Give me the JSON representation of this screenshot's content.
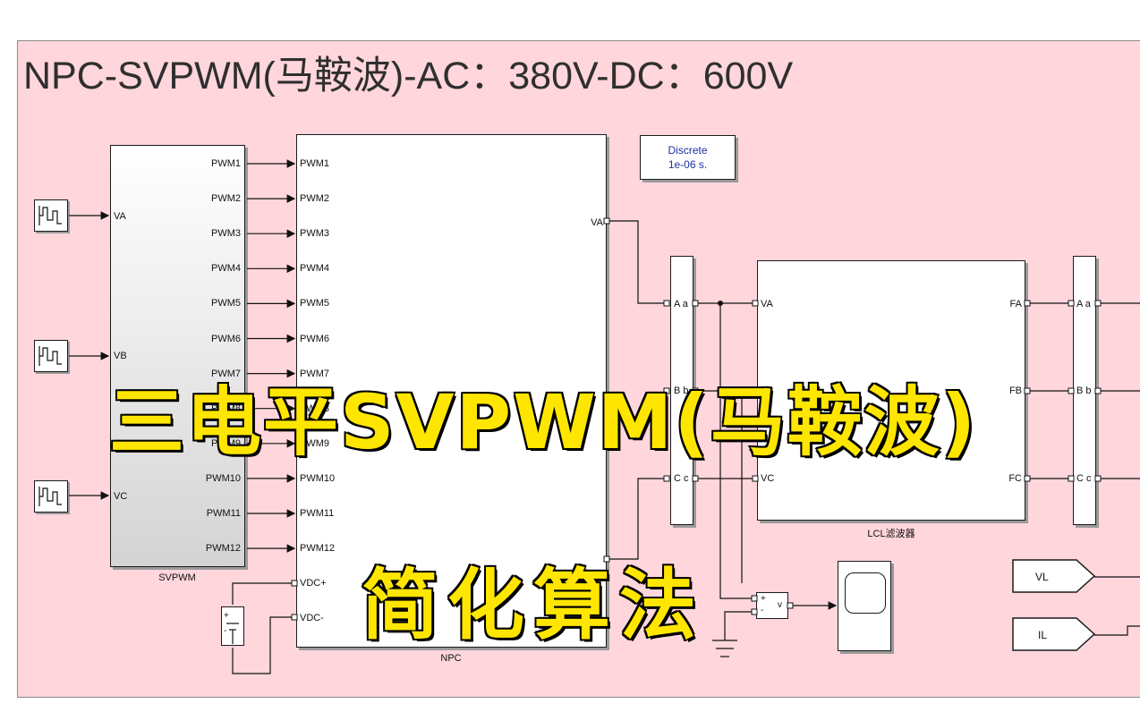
{
  "title": "NPC-SVPWM(马鞍波)-AC：380V-DC：600V",
  "overlay": {
    "line1": "三电平SVPWM(马鞍波)",
    "line2": "简化算法"
  },
  "discrete": {
    "line1": "Discrete",
    "line2": "1e-06 s."
  },
  "svpwm": {
    "name": "SVPWM",
    "inputs": [
      "VA",
      "VB",
      "VC"
    ],
    "outputs": [
      "PWM1",
      "PWM2",
      "PWM3",
      "PWM4",
      "PWM5",
      "PWM6",
      "PWM7",
      "PWM8",
      "PWM9",
      "PWM10",
      "PWM11",
      "PWM12"
    ]
  },
  "npc": {
    "name": "NPC",
    "inputs": [
      "PWM1",
      "PWM2",
      "PWM3",
      "PWM4",
      "PWM5",
      "PWM6",
      "PWM7",
      "PWM8",
      "PWM9",
      "PWM10",
      "PWM11",
      "PWM12",
      "VDC+",
      "VDC-"
    ],
    "output": "VA"
  },
  "measure1": {
    "ports": [
      "A a",
      "B b",
      "C c"
    ]
  },
  "lcl": {
    "name": "LCL滤波器",
    "inputs": [
      "VA",
      "VB",
      "VC"
    ],
    "outputs": [
      "FA",
      "FB",
      "FC"
    ]
  },
  "measure2": {
    "ports": [
      "A a",
      "B b",
      "C c"
    ]
  },
  "voltmeter": {
    "plus": "+",
    "minus": "-",
    "out": "v"
  },
  "dc_source": {
    "plus": "+",
    "minus": "-"
  },
  "tags": [
    "VL",
    "IL"
  ]
}
